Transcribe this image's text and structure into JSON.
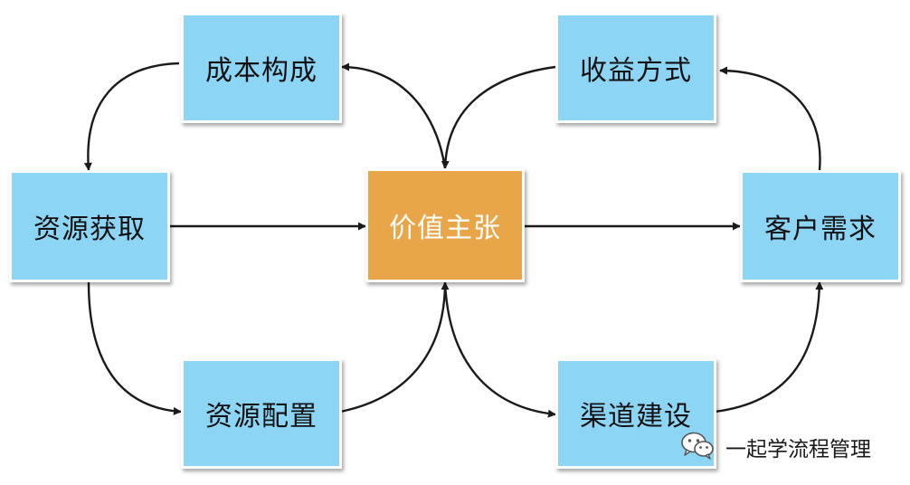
{
  "nodes": {
    "cost_structure": "成本构成",
    "revenue_model": "收益方式",
    "resource_acquisition": "资源获取",
    "value_proposition": "价值主张",
    "customer_needs": "客户需求",
    "resource_allocation": "资源配置",
    "channel_building": "渠道建设"
  },
  "watermark": {
    "text": "一起学流程管理",
    "icon": "wechat-icon"
  },
  "colors": {
    "box_blue": "#8dd5f5",
    "box_orange": "#e9a648",
    "arrow": "#1a1a1a"
  }
}
